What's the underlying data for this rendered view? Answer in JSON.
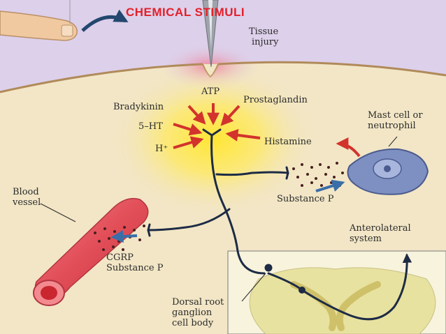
{
  "title": "CHEMICAL STIMULI",
  "labels": {
    "tissue_injury": [
      "Tissue",
      "injury"
    ],
    "atp": "ATP",
    "bradykinin": "Bradykinin",
    "prostaglandin": "Prostaglandin",
    "serotonin": "5–HT",
    "hydrogen": "H⁺",
    "histamine": "Histamine",
    "mast_cell": [
      "Mast cell or",
      "neutrophil"
    ],
    "blood_vessel": [
      "Blood",
      "vessel"
    ],
    "substance_p_right": "Substance P",
    "cgrp": [
      "CGRP",
      "Substance P"
    ],
    "anterolateral": [
      "Anterolateral",
      "system"
    ],
    "dorsal_root": [
      "Dorsal root",
      "ganglion",
      "cell body"
    ]
  },
  "colors": {
    "title": "#e3202a",
    "skin_lilac": "#ddd0ea",
    "tissue": "#f2e6c6",
    "glow": "#ffe633",
    "nerve": "#1d2b45",
    "chemical_arrow": "#d2332c",
    "blue_arrow": "#3a6ea8",
    "vessel": "#e7555e",
    "mast_cell": "#7e8fc2",
    "spinal_cord": "#e8e2a0"
  },
  "icons": [
    "finger-icon",
    "curved-arrow-icon",
    "needle-icon"
  ]
}
